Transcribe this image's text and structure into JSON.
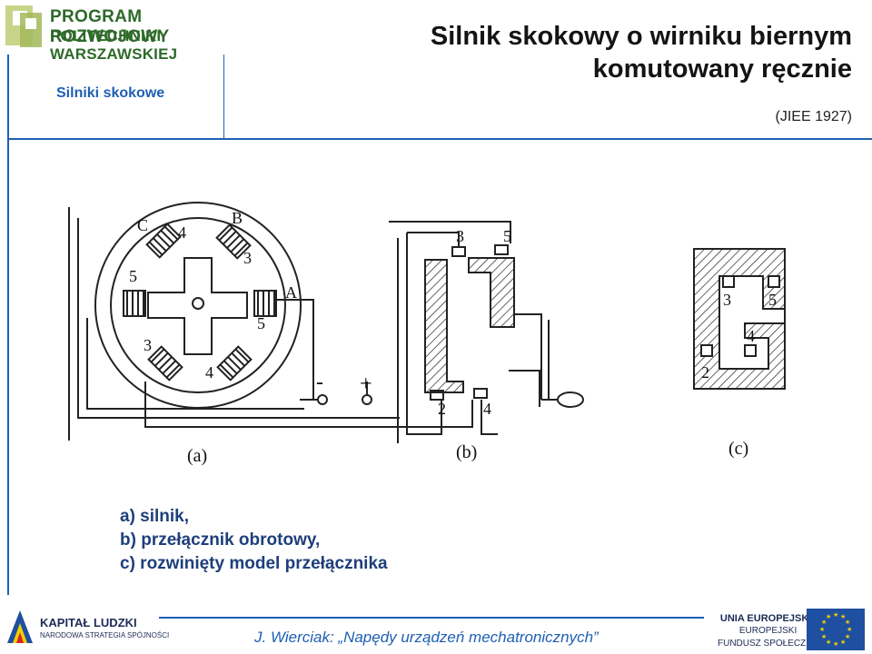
{
  "header": {
    "logo_line1": "PROGRAM ROZWOJOWY",
    "logo_line2": "POLITECHNIKI WARSZAWSKIEJ",
    "section": "Silniki skokowe",
    "title_line1": "Silnik skokowy o wirniku biernym",
    "title_line2": "komutowany ręcznie",
    "source": "(JIEE 1927)"
  },
  "diagram": {
    "panel_labels": [
      "(a)",
      "(b)",
      "(c)"
    ],
    "coil_labels": [
      "C",
      "B",
      "A",
      "4",
      "3",
      "5",
      "5",
      "3",
      "4"
    ],
    "terminal_minus": "-",
    "terminal_plus": "+",
    "switch_numbers": [
      "3",
      "5",
      "2",
      "4"
    ],
    "model_numbers": [
      "3",
      "5",
      "4",
      "2"
    ]
  },
  "caption": {
    "line1": "a) silnik,",
    "line2": "b) przełącznik obrotowy,",
    "line3": "c) rozwinięty model przełącznika"
  },
  "footer": {
    "author": "J. Wierciak: „Napędy urządzeń mechatronicznych”",
    "kl_line1": "KAPITAŁ LUDZKI",
    "kl_line2": "NARODOWA STRATEGIA SPÓJNOŚCI",
    "eu_line1": "UNIA EUROPEJSKA",
    "eu_line2": "EUROPEJSKI",
    "eu_line3": "FUNDUSZ SPOŁECZNY"
  },
  "colors": {
    "accent": "#1e5fb3",
    "logo_green": "#2e6a2a",
    "eu_blue": "#1f4fa0",
    "eu_gold": "#f4d000"
  }
}
